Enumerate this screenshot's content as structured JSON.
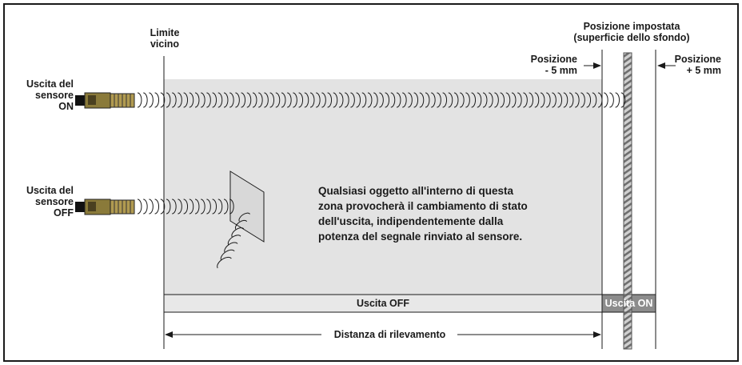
{
  "labels": {
    "near_limit": [
      "Limite",
      "vicino"
    ],
    "set_position": [
      "Posizione impostata",
      "(superficie dello sfondo)"
    ],
    "pos_minus": [
      "Posizione",
      "- 5 mm"
    ],
    "pos_plus": [
      "Posizione",
      "+ 5 mm"
    ],
    "sensor_on": [
      "Uscita del",
      "sensore",
      "ON"
    ],
    "sensor_off": [
      "Uscita del",
      "sensore",
      "OFF"
    ],
    "zone_text": [
      "Qualsiasi oggetto all'interno di questa",
      "zona provocherà il cambiamento di stato",
      "dell'uscita, indipendentemente dalla",
      "potenza del segnale rinviato al sensore."
    ],
    "output_off": "Uscita OFF",
    "output_on": "Uscita ON",
    "sensing_distance": "Distanza di rilevamento"
  },
  "colors": {
    "zone_fill": "#e3e3e3",
    "on_badge": "#8c8c8c",
    "sensor_body": "#8a7a3a",
    "background_stripes": "#7a7a7a",
    "line": "#1a1a1a"
  }
}
